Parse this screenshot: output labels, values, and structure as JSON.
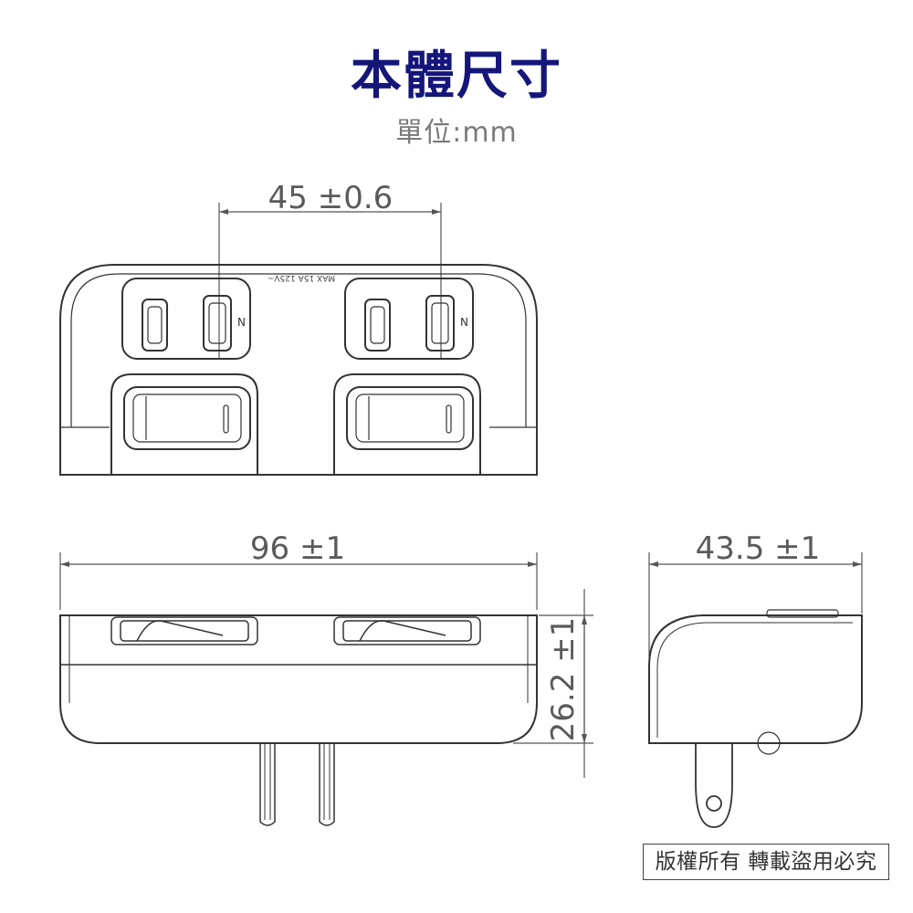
{
  "header": {
    "title": "本體尺寸",
    "unit_label": "單位:mm",
    "title_color": "#15167a"
  },
  "front_view": {
    "outlet_spacing_label": "45 ±0.6",
    "rating_label": "MAX 15A 125V~",
    "neutral_marks": [
      "N",
      "N"
    ]
  },
  "bottom_view": {
    "width_label": "96 ±1",
    "height_label": "26.2 ±1"
  },
  "side_view": {
    "depth_label": "43.5 ±1"
  },
  "footer": {
    "copyright": "版權所有 轉載盜用必究"
  }
}
